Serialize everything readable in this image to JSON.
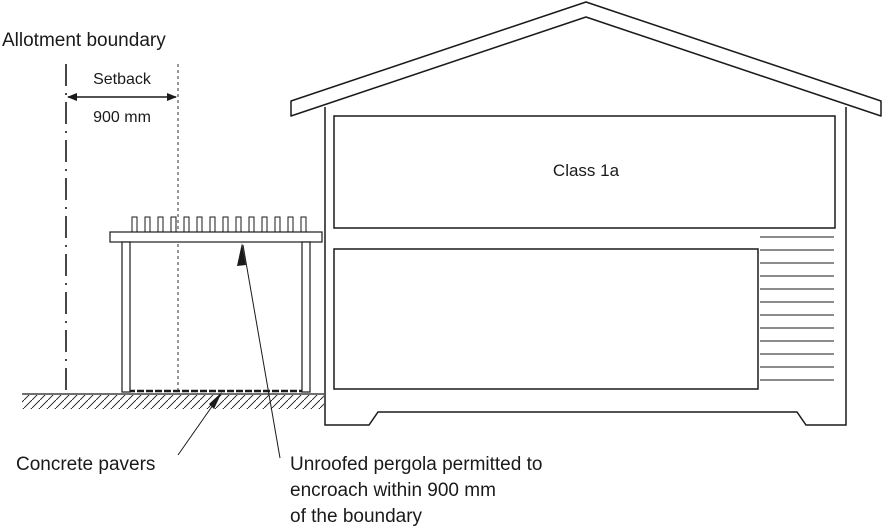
{
  "labels": {
    "allotment_boundary": "Allotment boundary",
    "setback": "Setback",
    "setback_distance": "900 mm",
    "class": "Class 1a",
    "concrete_pavers": "Concrete pavers",
    "pergola_line1": "Unroofed pergola permitted to",
    "pergola_line2": "encroach within 900 mm",
    "pergola_line3": "of the boundary"
  },
  "colors": {
    "line": "#1a1a1a",
    "background": "#ffffff"
  }
}
